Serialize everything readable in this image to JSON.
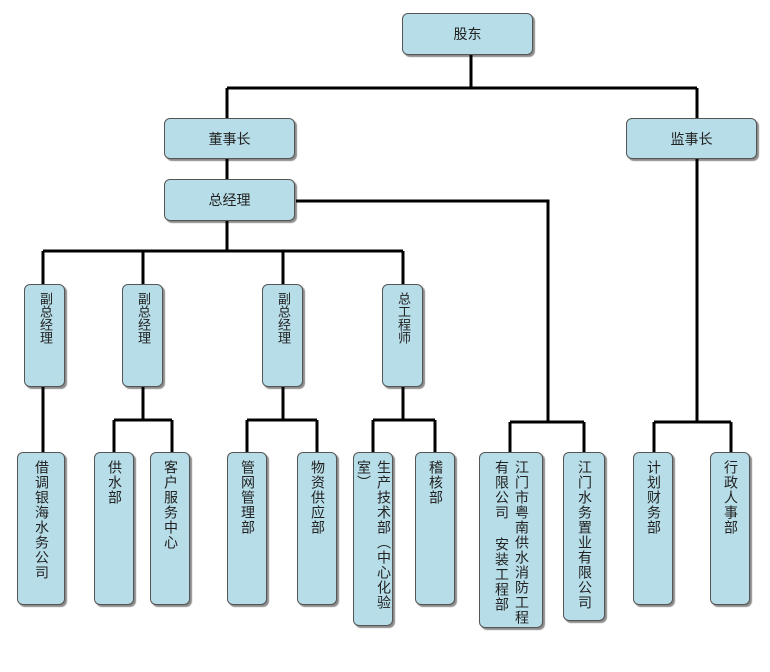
{
  "nodes": {
    "shareholders": "股东",
    "chairman": "董事长",
    "supervisor": "监事长",
    "general_manager": "总经理",
    "vp1": "副总经理",
    "vp2": "副总经理",
    "vp3": "副总经理",
    "chief_engineer": "总工程师",
    "dept_jiediao": "借调银海水务公司",
    "dept_water_supply": "供水部",
    "dept_customer_service": "客户服务中心",
    "dept_pipe_network": "管网管理部",
    "dept_material_supply": "物资供应部",
    "dept_production_tech": "生产技术部（中心化验室）",
    "dept_audit": "稽核部",
    "sub_install_line1": "江门市粤南供水消防工程",
    "sub_install_line2": "有限公司 安装工程部",
    "sub_realestate": "江门水务置业有限公司",
    "dept_planning_finance": "计划财务部",
    "dept_admin_hr": "行政人事部"
  }
}
